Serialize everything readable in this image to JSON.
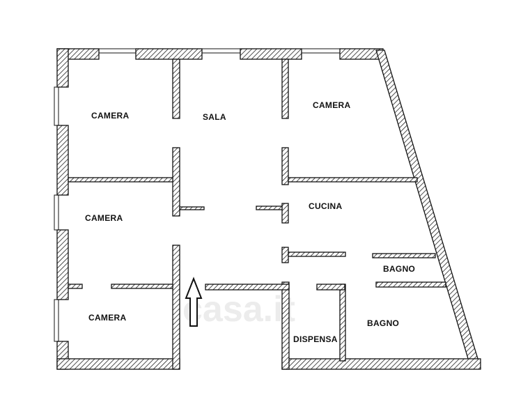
{
  "plan": {
    "rooms": [
      {
        "name": "camera-1",
        "label": "CAMERA"
      },
      {
        "name": "sala",
        "label": "SALA"
      },
      {
        "name": "camera-2",
        "label": "CAMERA"
      },
      {
        "name": "camera-3",
        "label": "CAMERA"
      },
      {
        "name": "cucina",
        "label": "CUCINA"
      },
      {
        "name": "bagno-1",
        "label": "BAGNO"
      },
      {
        "name": "camera-4",
        "label": "CAMERA"
      },
      {
        "name": "dispensa",
        "label": "DISPENSA"
      },
      {
        "name": "bagno-2",
        "label": "BAGNO"
      }
    ],
    "watermark": "casa.it",
    "entrance_icon": "arrow-up-icon"
  }
}
